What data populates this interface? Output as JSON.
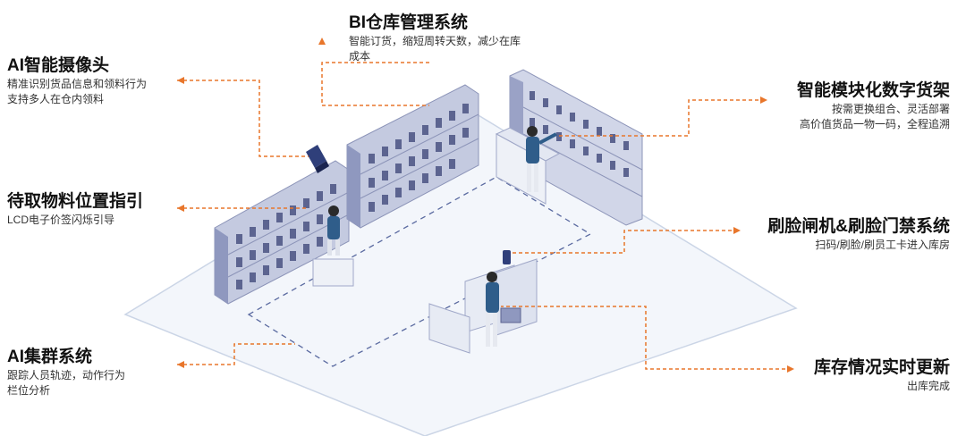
{
  "callouts": {
    "bi": {
      "title": "BI仓库管理系统",
      "lines": [
        "智能订货，缩短周转天数，减少在库",
        "成本"
      ]
    },
    "camera": {
      "title": "AI智能摄像头",
      "lines": [
        "精准识别货品信息和领料行为",
        "支持多人在仓内领料"
      ]
    },
    "shelf": {
      "title": "智能模块化数字货架",
      "lines": [
        "按需更换组合、灵活部署",
        "高价值货品一物一码，全程追溯"
      ]
    },
    "guide": {
      "title": "待取物料位置指引",
      "lines": [
        "LCD电子价签闪烁引导"
      ]
    },
    "gate": {
      "title": "刷脸闸机&刷脸门禁系统",
      "lines": [
        "扫码/刷脸/刷员工卡进入库房"
      ]
    },
    "cluster": {
      "title": "AI集群系统",
      "lines": [
        "跟踪人员轨迹，动作行为",
        "栏位分析"
      ]
    },
    "inventory": {
      "title": "库存情况实时更新",
      "lines": [
        "出库完成"
      ]
    }
  },
  "colors": {
    "accent": "#e8762b",
    "floor": "#f2f5fa",
    "floorEdge": "#c9d3e4",
    "shelf": "#aab2cf",
    "shelfDark": "#5c6490",
    "uniform": "#2f5d8a",
    "path": "#5a6aa0"
  }
}
